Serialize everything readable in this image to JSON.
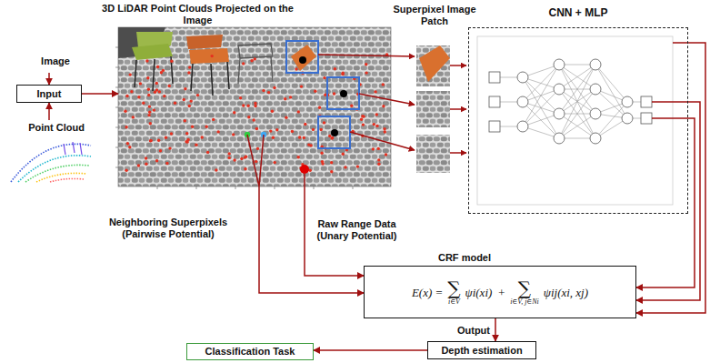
{
  "diagram": {
    "nodes": [
      {
        "text": [
          "Image"
        ]
      },
      {
        "text": [
          "Point Cloud"
        ]
      },
      {
        "text": [
          "Input"
        ]
      },
      {
        "text": [
          "3D LiDAR Point Clouds Projected on the Image"
        ]
      },
      {
        "text": [
          "CNN + MLP"
        ]
      },
      {
        "text": [
          "CRF model",
          "E(x) =",
          "∑",
          "i∈V",
          "ψi(xi)",
          "+",
          "∑",
          "i∈V, j∈Ni",
          "ψij(xi, xj)"
        ]
      },
      {
        "text": [
          "Depth estimation"
        ]
      },
      {
        "text": [
          "Classification Task"
        ]
      }
    ],
    "edges": [
      {
        "from": 0,
        "to": 2,
        "arrow": "to"
      },
      {
        "from": 1,
        "to": 2,
        "arrow": "to"
      },
      {
        "from": 2,
        "to": 3,
        "arrow": "to"
      },
      {
        "from": 4,
        "to": 5,
        "arrow": "to"
      },
      {
        "from": 4,
        "to": 5,
        "arrow": "to"
      },
      {
        "from": 4,
        "to": 5,
        "arrow": "to"
      },
      {
        "from": 3,
        "to": 5,
        "arrow": "to"
      },
      {
        "from": 3,
        "to": 5,
        "arrow": "to"
      },
      {
        "from": 5,
        "to": 6,
        "label": "Output",
        "arrow": "to"
      },
      {
        "from": 6,
        "to": 7,
        "arrow": "to"
      }
    ],
    "labels": [
      "Superpixel Image Patch",
      "Neighboring Superpixels (Pairwise Potential)",
      "Raw Range Data (Unary Potential)"
    ]
  }
}
